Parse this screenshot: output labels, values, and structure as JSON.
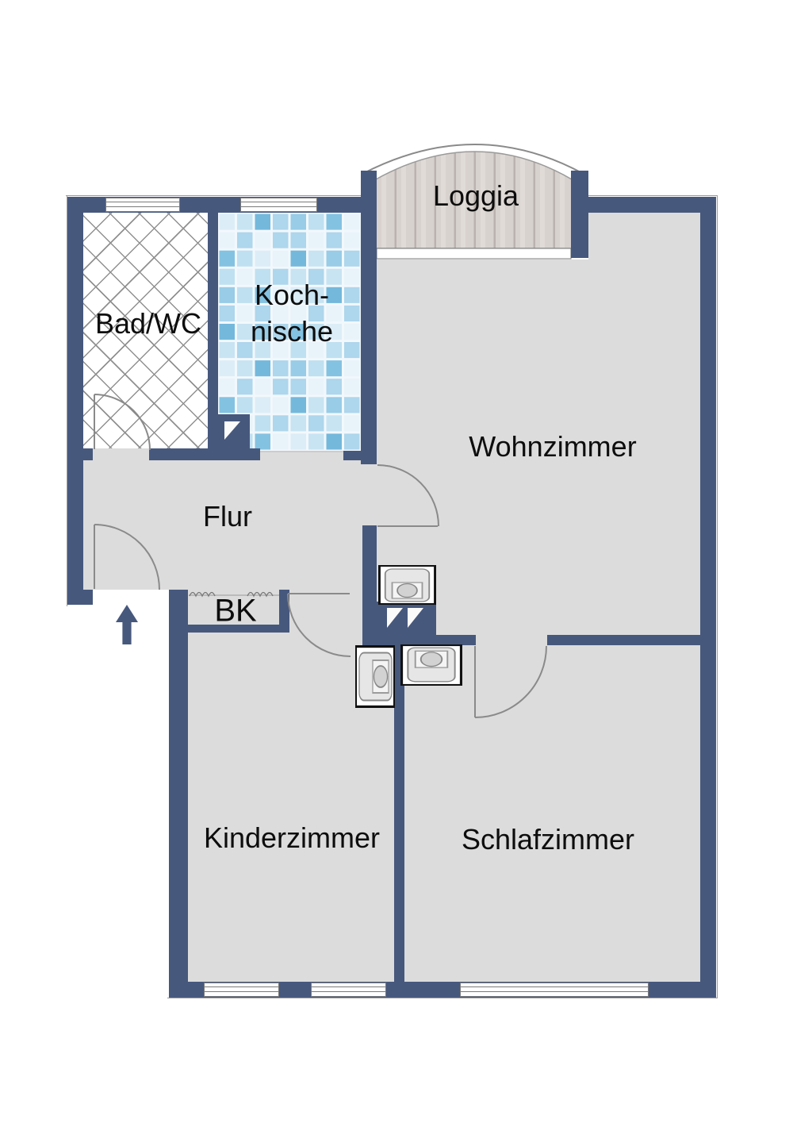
{
  "rooms": {
    "bad": {
      "label": "Bad/WC"
    },
    "koch": {
      "line1": "Koch-",
      "line2": "nische"
    },
    "loggia": {
      "label": "Loggia"
    },
    "wohnzimmer": {
      "label": "Wohnzimmer"
    },
    "flur": {
      "label": "Flur"
    },
    "bk": {
      "label": "BK"
    },
    "kinderzimmer": {
      "label": "Kinderzimmer"
    },
    "schlafzimmer": {
      "label": "Schlafzimmer"
    }
  },
  "colors": {
    "wall": "#47587d",
    "floor": "#dcdcdc",
    "hatch": "#909090",
    "door": "#8a8a8a",
    "arrow": "#47587d",
    "wood": "#d8d2ce",
    "woodline": "#bab2ae"
  },
  "tiles": {
    "grout": "#f2f8fc",
    "palette": [
      "#dcedf7",
      "#aed6ec",
      "#84c2e1",
      "#c8e4f2",
      "#98cce7",
      "#e9f4fa",
      "#74b8dc",
      "#bfe0f0"
    ]
  },
  "icons": {
    "entrance-arrow": "entry-direction-arrow",
    "door-swing": "door-swing-arc",
    "chimney-flue": "flue-triangle",
    "stove": "heating-stove",
    "window": "window",
    "closet-squiggle": "built-in-closet-front"
  }
}
